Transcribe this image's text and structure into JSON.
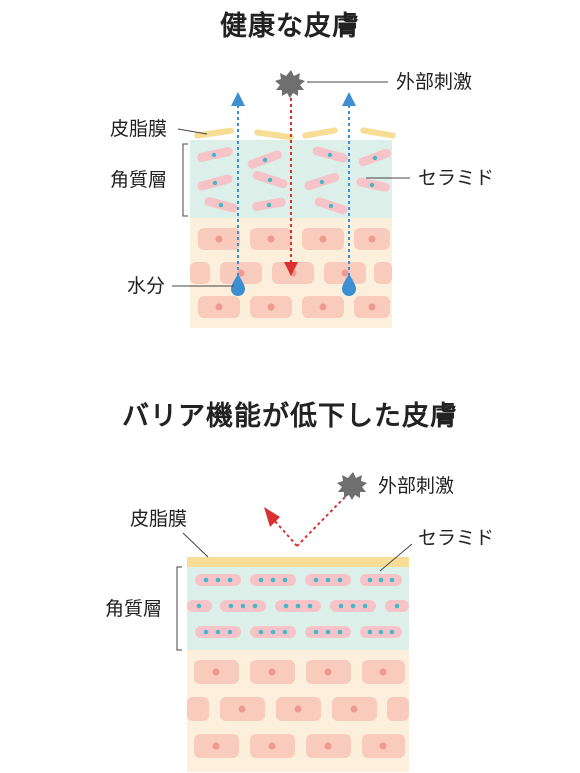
{
  "healthy": {
    "title": "健康な皮膚",
    "labels": {
      "sebum_film": "皮脂膜",
      "stratum_corneum": "角質層",
      "external_stimulus": "外部刺激",
      "ceramide": "セラミド",
      "moisture": "水分"
    }
  },
  "damaged": {
    "title": "バリア機能が低下した皮膚",
    "labels": {
      "sebum_film": "皮脂膜",
      "stratum_corneum": "角質層",
      "external_stimulus": "外部刺激",
      "ceramide": "セラミド"
    }
  },
  "colors": {
    "sebum": "#f7dd95",
    "stratum": "#dcefe9",
    "cell_bg": "#fcefdc",
    "cell": "#f8cbbd",
    "cell_nucleus": "#ef9a90",
    "ceramide_cell": "#f6c4c8",
    "ceramide_dot": "#42b8c8",
    "moisture": "#3d8fd1",
    "stimulus": "#d93030",
    "stimulus_icon": "#6f6f6f"
  }
}
